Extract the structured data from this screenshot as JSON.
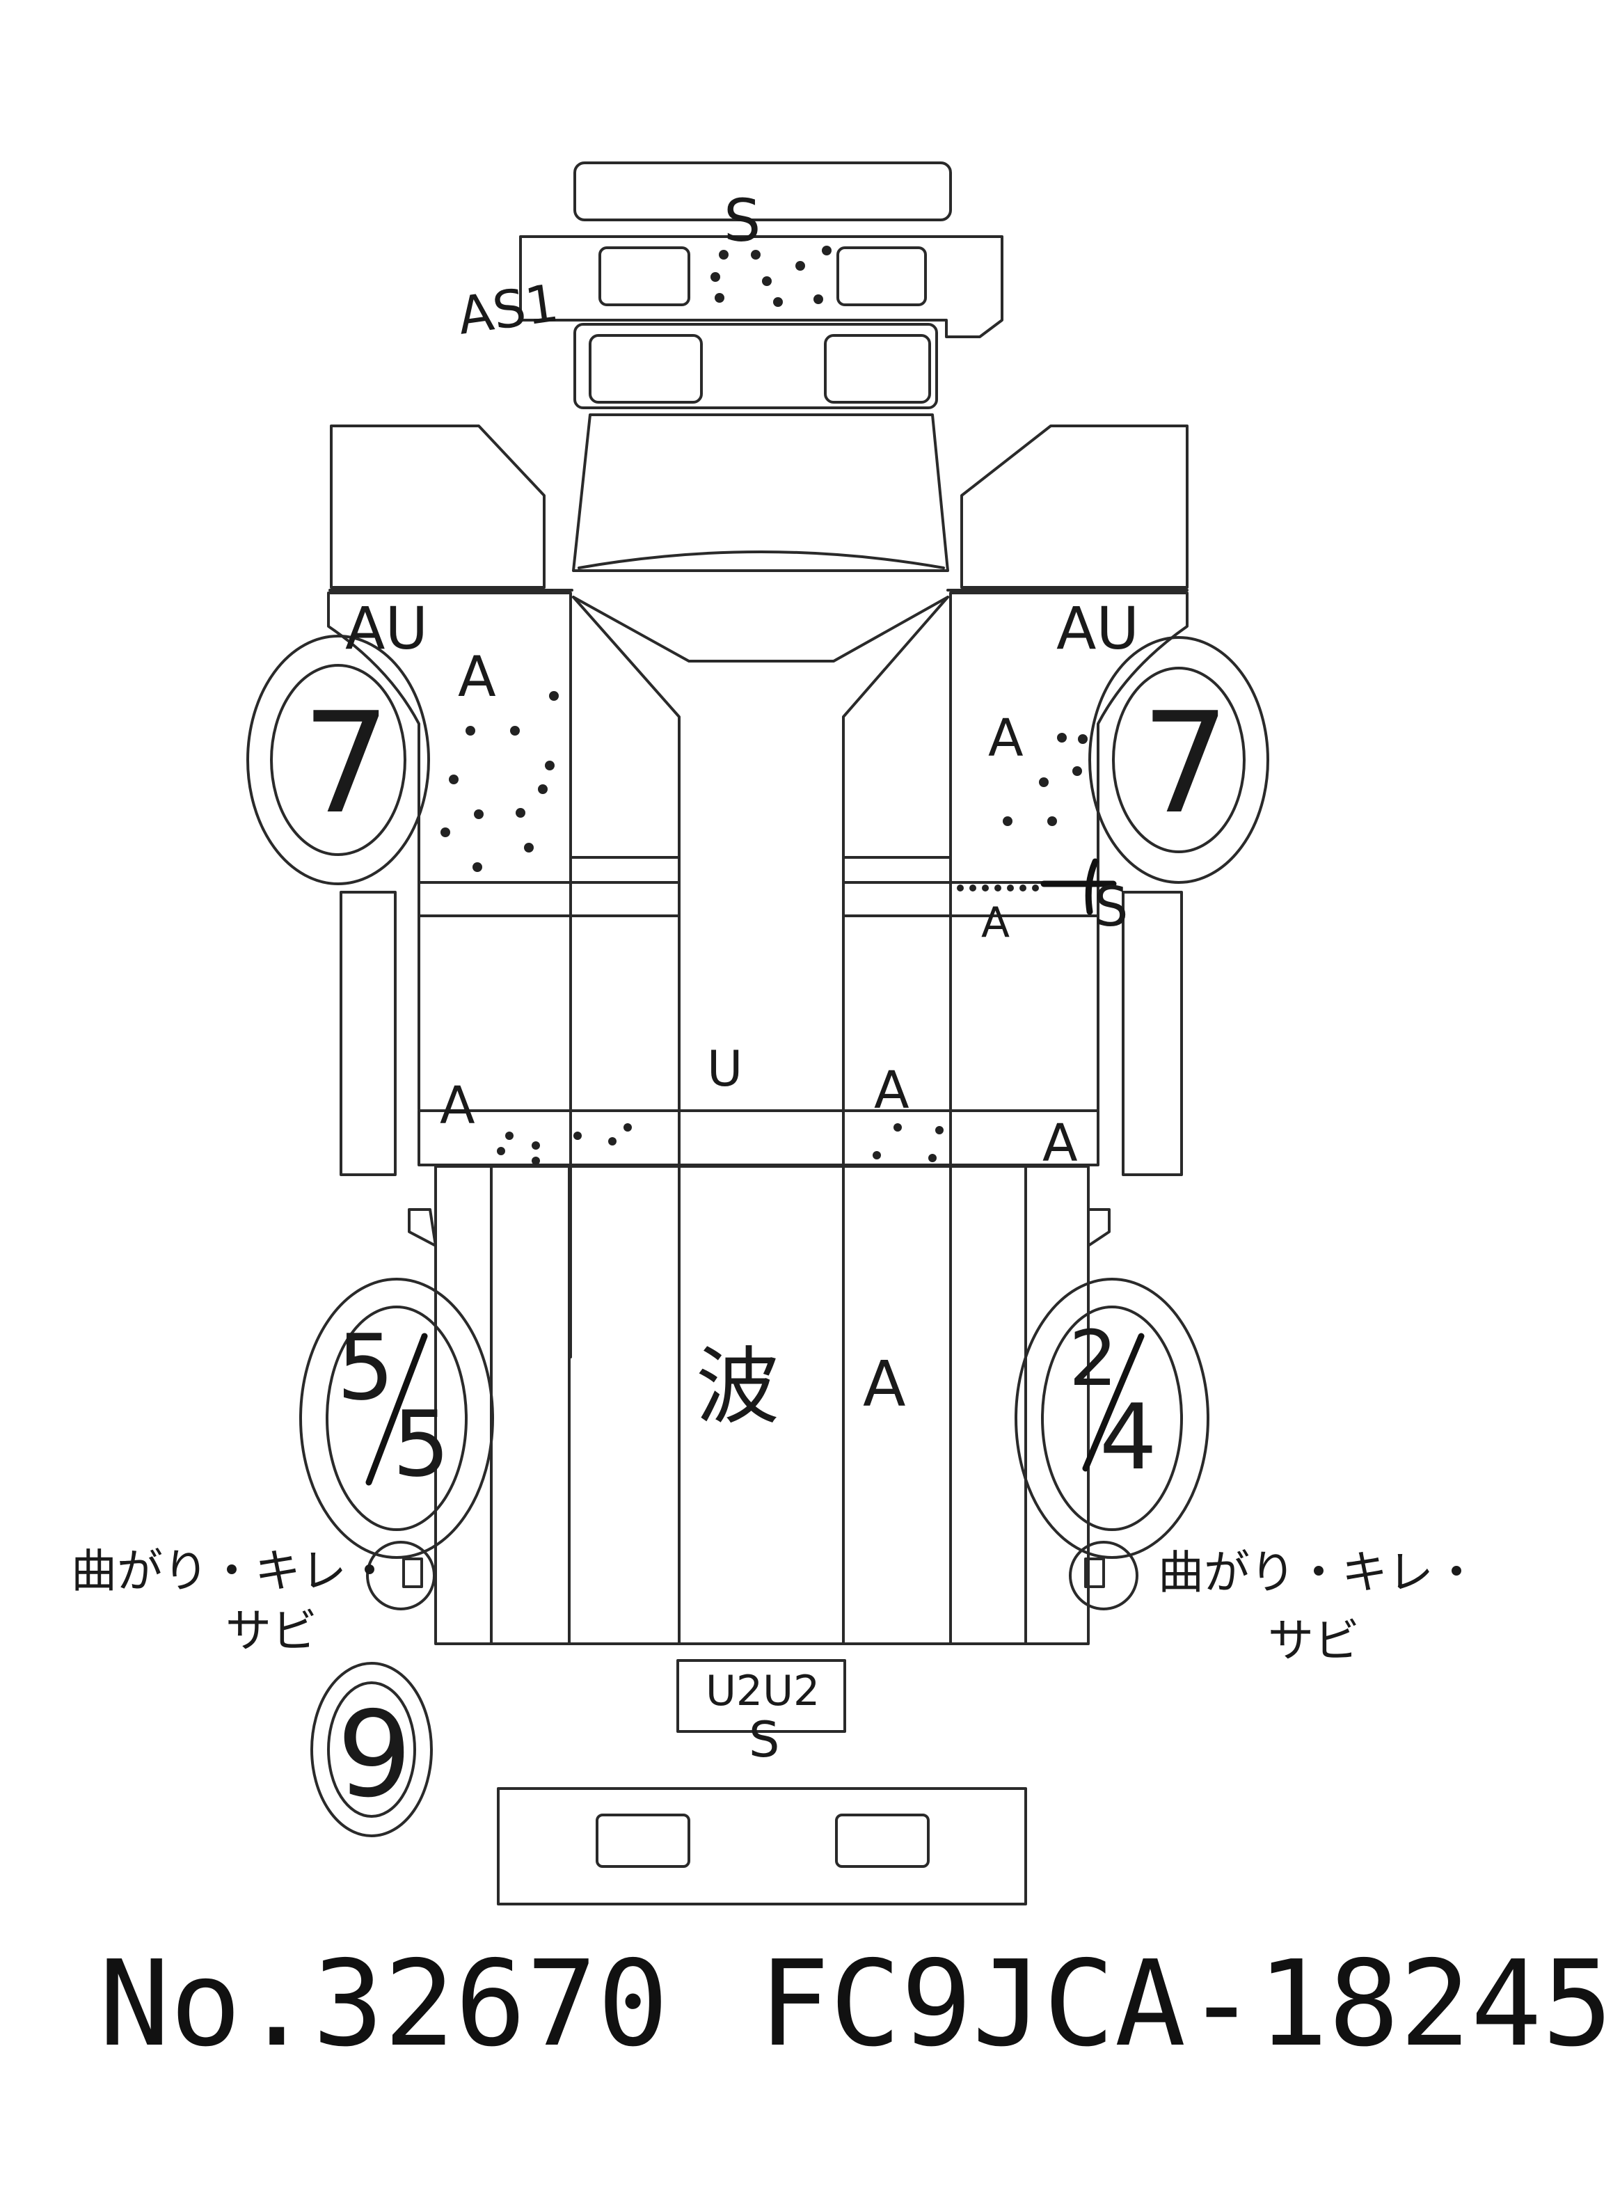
{
  "marks": {
    "front_bumper_code": "S",
    "front_left_code": "AS1",
    "left_wheel_arch_code": "AU",
    "right_wheel_arch_code": "AU",
    "left_cab_side_code": "A",
    "right_cab_side_code": "A",
    "right_step_code_a": "A",
    "right_step_code_s": "S",
    "left_sill_code": "A",
    "center_sill_code": "U",
    "right_sill_code_1": "A",
    "right_sill_code_2": "A",
    "bed_center_code": "波",
    "bed_right_code": "A",
    "rear_plate_code": "U2U2",
    "rear_plate_code_2": "S",
    "left_rear_note_line1": "曲がり・キレ・",
    "left_rear_note_line2": "サビ",
    "right_rear_note_line1": "曲がり・キレ・",
    "right_rear_note_line2": "サビ"
  },
  "tires": {
    "front_left": "7",
    "front_right": "7",
    "rear_left_top": "5",
    "rear_left_bottom": "5",
    "rear_right_top": "2",
    "rear_right_bottom": "4",
    "spare": "9"
  },
  "footer": {
    "number": "No.32670",
    "chassis": "FC9JCA-18245"
  }
}
